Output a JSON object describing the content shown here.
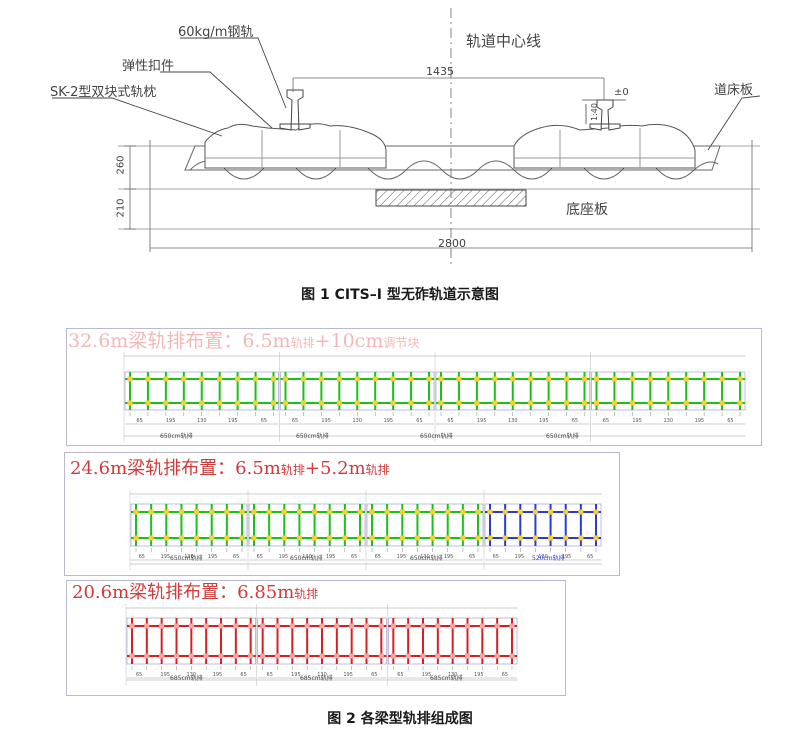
{
  "figure1": {
    "caption": "图 1   CITS–I 型无砟轨道示意图",
    "labels": {
      "rail": "60kg/m钢轨",
      "fastener": "弹性扣件",
      "sleeper": "SK-2型双块式轨枕",
      "centerline": "轨道中心线",
      "bed_plate": "道床板",
      "base_plate": "底座板",
      "gauge": "1435",
      "total_width": "2800",
      "h_bed": "260",
      "h_base": "210",
      "level": "±0",
      "tilt": "1:40"
    }
  },
  "figure2": {
    "caption": "图 2   各梁型轨排组成图",
    "panels": [
      {
        "title_main": "32.6m梁轨排布置：6.5m",
        "title_small1": "轨排",
        "title_mid": "+10cm",
        "title_small2": "调节块",
        "title_color": "#f2b8b8",
        "mark_color": "#19c219",
        "segments": 4,
        "dim_label": "650cm轨排",
        "dims": [
          "65",
          "195",
          "130",
          "195",
          "65"
        ]
      },
      {
        "title_main": "24.6m梁轨排布置：6.5m",
        "title_small1": "轨排",
        "title_mid": "+5.2m",
        "title_small2": "轨排",
        "title_color": "#d23a3a",
        "mark_color": "#19c219",
        "alt_color": "#2a3ad8",
        "segments": 4,
        "dim_label": "650cm轨排",
        "dim_label_alt": "520cm轨排",
        "dims": [
          "65",
          "195",
          "130",
          "195",
          "65"
        ]
      },
      {
        "title_main": "20.6m梁轨排布置：6.85m",
        "title_small1": "轨排",
        "title_mid": "",
        "title_small2": "",
        "title_color": "#d23a3a",
        "mark_color": "#d81f1f",
        "segments": 3,
        "dim_label": "685cm轨排",
        "dims": [
          "65",
          "195",
          "130",
          "195",
          "65"
        ]
      }
    ]
  }
}
